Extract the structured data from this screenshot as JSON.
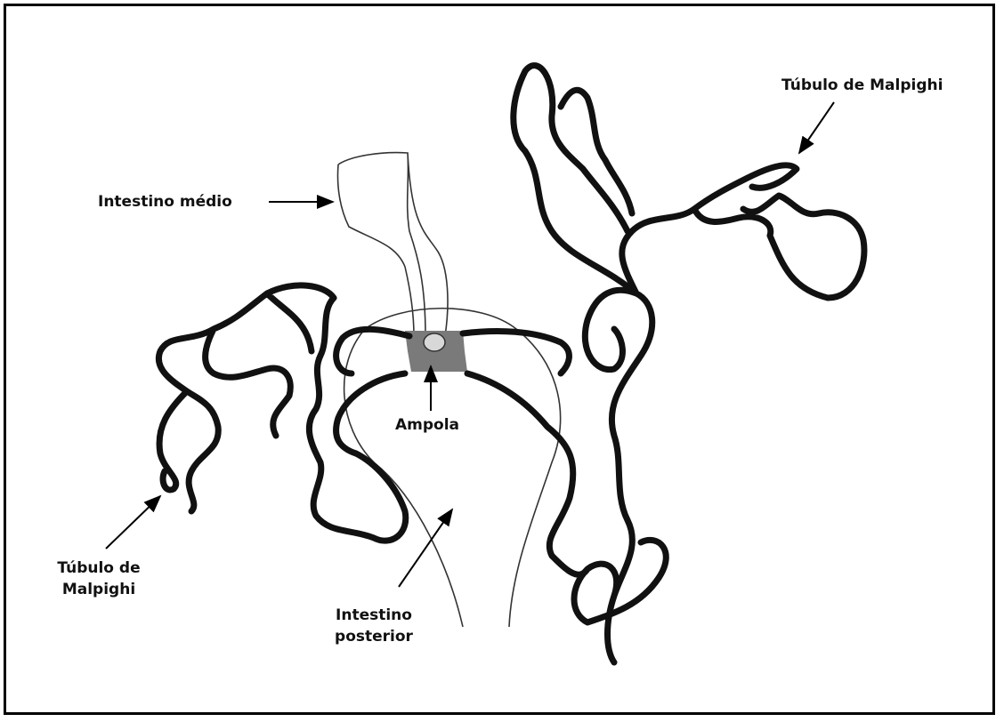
{
  "labels": {
    "midgut": "Intestino médio",
    "tubule_top_right": "Túbulo de Malpighi",
    "ampulla": "Ampola",
    "tubule_left_line1": "Túbulo de",
    "tubule_left_line2": "Malpighi",
    "hindgut_line1": "Intestino",
    "hindgut_line2": "posterior"
  },
  "colors": {
    "outline": "#111111",
    "ampulla_fill": "#7a7a7a",
    "ampulla_center": "#d8d8d8",
    "background": "#ffffff"
  }
}
